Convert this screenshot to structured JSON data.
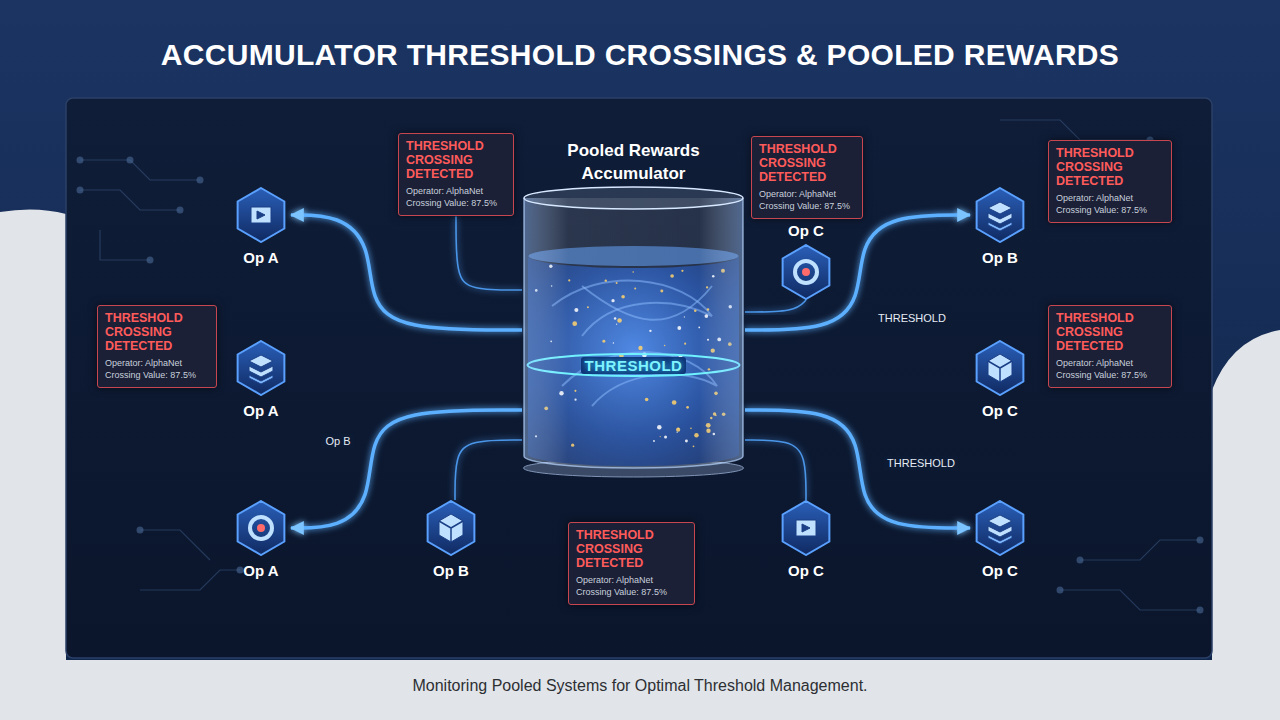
{
  "diagram": {
    "title": "ACCUMULATOR THRESHOLD CROSSINGS & POOLED REWARDS",
    "caption": "Monitoring Pooled Systems for Optimal Threshold Management.",
    "nodes": [
      {
        "text": [
          "THRESHOLD CROSSING DETECTED",
          "Operator: AlphaNet",
          "Crossing Value: 87.5%"
        ]
      },
      {
        "text": [
          "Pooled Rewards Accumulator",
          "THRESHOLD"
        ]
      },
      {
        "text": [
          "THRESHOLD CROSSING DETECTED",
          "Operator: AlphaNet",
          "Crossing Value: 87.5%"
        ]
      },
      {
        "text": [
          "THRESHOLD CROSSING DETECTED",
          "Operator: AlphaNet",
          "Crossing Value: 87.5%"
        ]
      },
      {
        "text": [
          "Op A"
        ]
      },
      {
        "text": [
          "Op C"
        ]
      },
      {
        "text": [
          "Op B"
        ]
      },
      {
        "text": [
          "THRESHOLD CROSSING DETECTED",
          "Operator: AlphaNet",
          "Crossing Value: 87.5%"
        ]
      },
      {
        "text": [
          "Op A"
        ]
      },
      {
        "text": [
          "Op C"
        ]
      },
      {
        "text": [
          "THRESHOLD CROSSING DETECTED",
          "Operator: AlphaNet",
          "Crossing Value: 87.5%"
        ]
      },
      {
        "text": [
          "Op A"
        ]
      },
      {
        "text": [
          "Op B"
        ]
      },
      {
        "text": [
          "Op C"
        ]
      },
      {
        "text": [
          "Op C"
        ]
      },
      {
        "text": [
          "THRESHOLD CROSSING DETECTED",
          "Operator: AlphaNet",
          "Crossing Value: 87.5%"
        ]
      }
    ],
    "edges": [
      {
        "from": 1,
        "to": 4,
        "arrow": "to"
      },
      {
        "from": 1,
        "to": 8,
        "arrow": "to"
      },
      {
        "from": 1,
        "to": 11,
        "arrow": "to"
      },
      {
        "from": 1,
        "to": 6,
        "arrow": "to"
      },
      {
        "from": 1,
        "to": 9,
        "arrow": "to"
      },
      {
        "from": 1,
        "to": 14,
        "arrow": "to"
      },
      {
        "from": 0,
        "to": 1,
        "arrow": "none"
      },
      {
        "from": 1,
        "to": 12,
        "arrow": "none"
      },
      {
        "from": 1,
        "to": 13,
        "arrow": "none"
      },
      {
        "from": 5,
        "to": 1,
        "arrow": "none"
      }
    ],
    "labels": [
      "Op B",
      "THRESHOLD",
      "THRESHOLD"
    ]
  }
}
